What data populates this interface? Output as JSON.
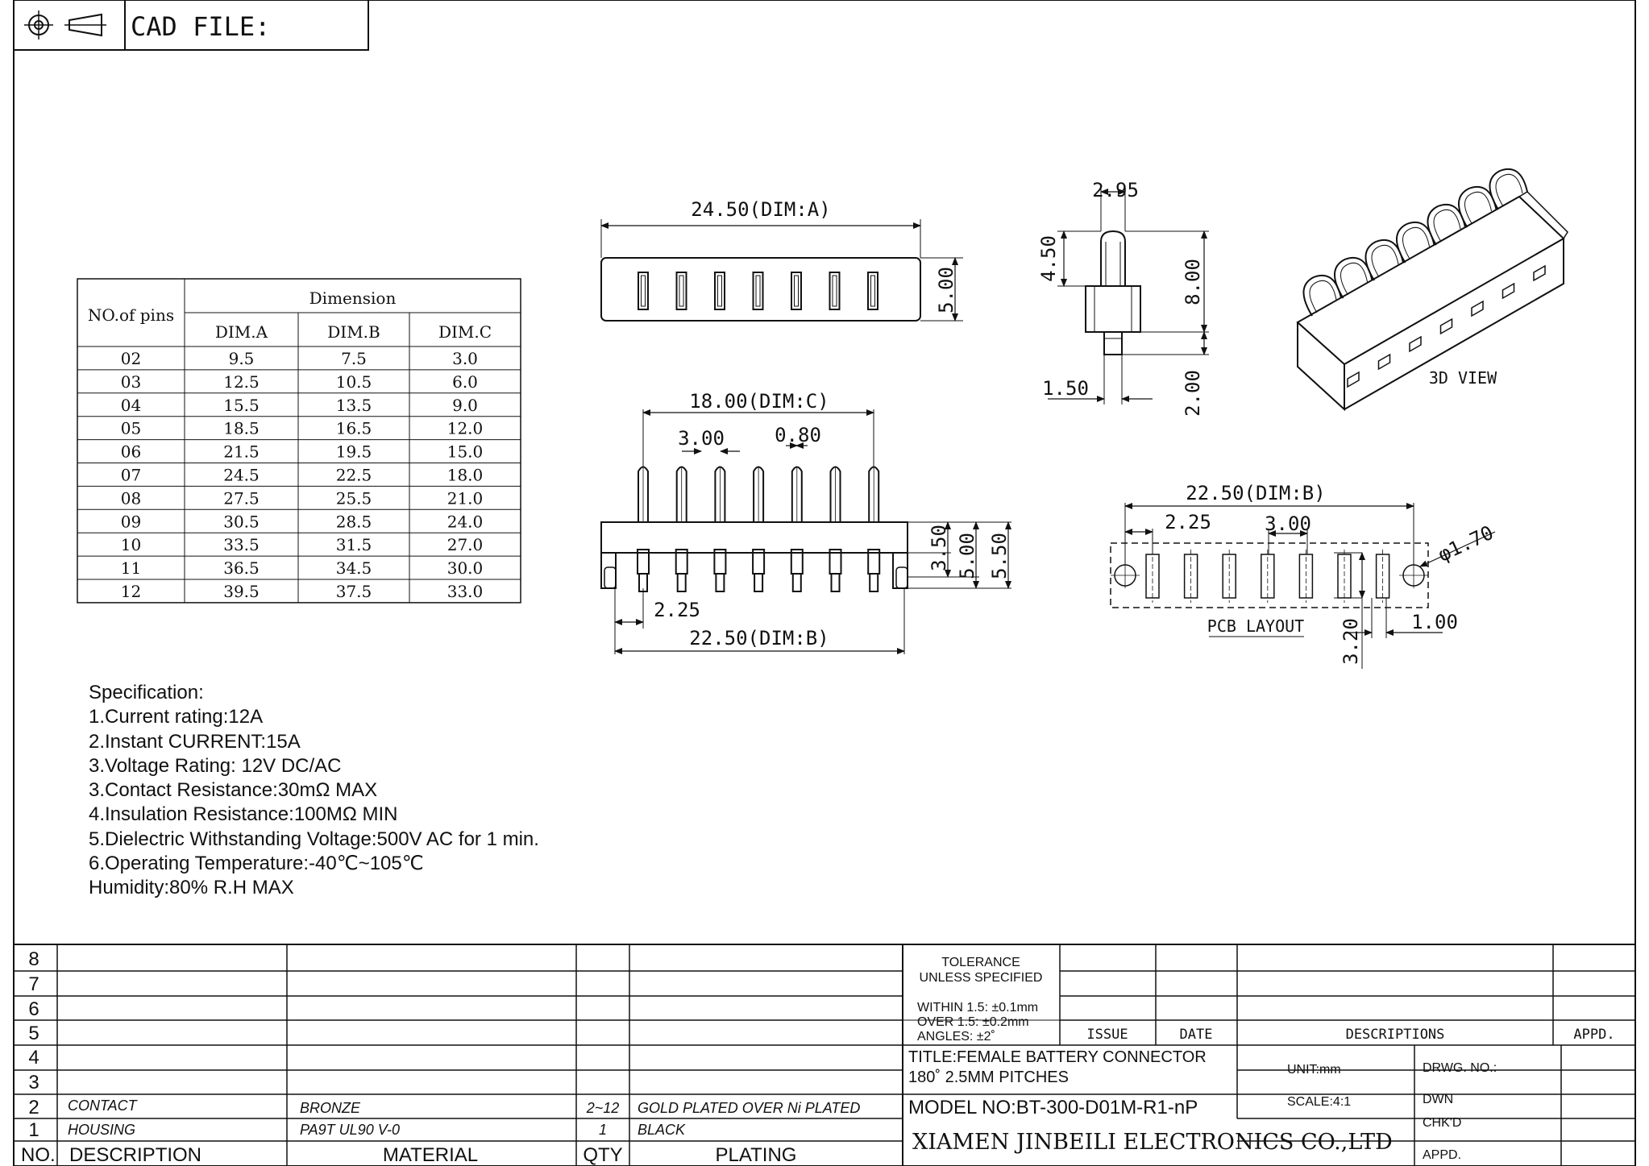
{
  "header": {
    "cad_label": "CAD FILE:",
    "icons": [
      "projection-circle-icon",
      "projection-cone-icon"
    ]
  },
  "dim_table": {
    "group_header": "Dimension",
    "pins_header": "NO.of pins",
    "columns": [
      "DIM.A",
      "DIM.B",
      "DIM.C"
    ],
    "rows": [
      [
        "02",
        "9.5",
        "7.5",
        "3.0"
      ],
      [
        "03",
        "12.5",
        "10.5",
        "6.0"
      ],
      [
        "04",
        "15.5",
        "13.5",
        "9.0"
      ],
      [
        "05",
        "18.5",
        "16.5",
        "12.0"
      ],
      [
        "06",
        "21.5",
        "19.5",
        "15.0"
      ],
      [
        "07",
        "24.5",
        "22.5",
        "18.0"
      ],
      [
        "08",
        "27.5",
        "25.5",
        "21.0"
      ],
      [
        "09",
        "30.5",
        "28.5",
        "24.0"
      ],
      [
        "10",
        "33.5",
        "31.5",
        "27.0"
      ],
      [
        "11",
        "36.5",
        "34.5",
        "30.0"
      ],
      [
        "12",
        "39.5",
        "37.5",
        "33.0"
      ]
    ]
  },
  "top_view": {
    "dim_a": "24.50(DIM:A)",
    "height": "5.00"
  },
  "side_view": {
    "top_width": "2.95",
    "upper_height": "4.50",
    "total_height": "8.00",
    "pin_width": "1.50",
    "pin_height": "2.00"
  },
  "iso_view": {
    "label": "3D VIEW"
  },
  "front_view": {
    "dim_c": "18.00(DIM:C)",
    "pitch": "3.00",
    "pin_thickness": "0.80",
    "h1": "3.50",
    "h2": "5.00",
    "h3": "5.50",
    "offset": "2.25",
    "dim_b": "22.50(DIM:B)"
  },
  "pcb_view": {
    "dim_b": "22.50(DIM:B)",
    "offset": "2.25",
    "pitch": "3.00",
    "hole": "φ1.70",
    "slot_width": "1.00",
    "slot_height": "3.20",
    "label": "PCB LAYOUT"
  },
  "specification": {
    "title": "Specification:",
    "items": [
      "1.Current rating:12A",
      "2.Instant CURRENT:15A",
      "3.Voltage Rating: 12V DC/AC",
      "3.Contact Resistance:30mΩ MAX",
      "4.Insulation Resistance:100MΩ MIN",
      "5.Dielectric Withstanding Voltage:500V AC for 1 min.",
      "6.Operating Temperature:-40℃~105℃",
      "Humidity:80% R.H MAX"
    ]
  },
  "title_block": {
    "row_numbers": [
      "8",
      "7",
      "6",
      "5",
      "4",
      "3",
      "2",
      "1"
    ],
    "header": {
      "no": "NO.",
      "description": "DESCRIPTION",
      "material": "MATERIAL",
      "qty": "QTY",
      "plating": "PLATING"
    },
    "bom": [
      {
        "no": "2",
        "description": "CONTACT",
        "material": "BRONZE",
        "qty": "2~12",
        "plating": "GOLD PLATED OVER Ni PLATED"
      },
      {
        "no": "1",
        "description": "HOUSING",
        "material": "PA9T UL90 V-0",
        "qty": "1",
        "plating": "BLACK"
      }
    ],
    "tolerance": {
      "title1": "TOLERANCE",
      "title2": "UNLESS SPECIFIED",
      "line1": "WITHIN 1.5: ±0.1mm",
      "line2": "OVER 1.5:  ±0.2mm",
      "line3": "ANGLES: ±2˚"
    },
    "revision_header": {
      "issue": "ISSUE",
      "date": "DATE",
      "descriptions": "DESCRIPTIONS",
      "appd": "APPD."
    },
    "title1": "TITLE:FEMALE BATTERY CONNECTOR",
    "title2": "180˚ 2.5MM PITCHES",
    "unit": "UNIT:mm",
    "scale": "SCALE:4:1",
    "drwg_no": "DRWG. NO.:",
    "model_no": "MODEL NO:BT-300-D01M-R1-nP",
    "dwn": "DWN",
    "chkd": "CHK'D",
    "appd": "APPD.",
    "company": "XIAMEN JINBEILI ELECTRONICS CO.,LTD"
  }
}
